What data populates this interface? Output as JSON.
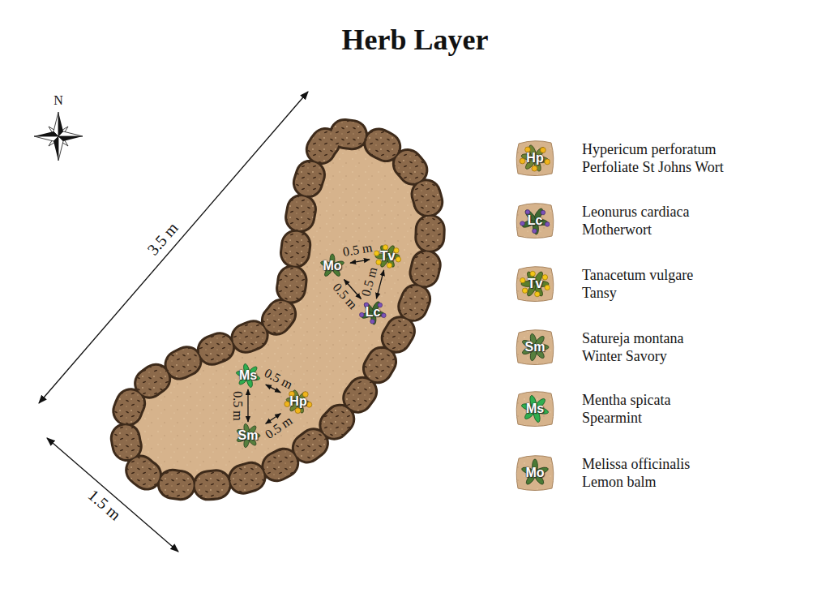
{
  "diagram": {
    "title": "Herb Layer",
    "nodes": [
      {
        "text": [
          "Mo"
        ]
      },
      {
        "text": [
          "Tv"
        ]
      },
      {
        "text": [
          "Lc"
        ]
      },
      {
        "text": [
          "Ms"
        ]
      },
      {
        "text": [
          "Hp"
        ]
      },
      {
        "text": [
          "Sm"
        ]
      }
    ],
    "edges": [
      {
        "from": 0,
        "to": 1,
        "label": "0.5 m",
        "arrow": "both"
      },
      {
        "from": 1,
        "to": 2,
        "label": "0.5 m",
        "arrow": "both"
      },
      {
        "from": 0,
        "to": 2,
        "label": "0.5 m",
        "arrow": "both"
      },
      {
        "from": 3,
        "to": 4,
        "label": "0.5 m",
        "arrow": "both"
      },
      {
        "from": 4,
        "to": 5,
        "label": "0.5 m",
        "arrow": "both"
      },
      {
        "from": 3,
        "to": 5,
        "label": "0.5 m",
        "arrow": "both"
      }
    ],
    "labels": [
      "N",
      "3.5 m",
      "1.5 m",
      "Hp",
      "Lc",
      "Tv",
      "Sm",
      "Ms",
      "Mo"
    ],
    "legend": [
      {
        "text": "Hypericum perforatum Perfoliate St Johns Wort"
      },
      {
        "text": "Leonurus cardiaca Motherwort"
      },
      {
        "text": "Tanacetum vulgare Tansy"
      },
      {
        "text": "Satureja montana Winter Savory"
      },
      {
        "text": "Mentha spicata Spearmint"
      },
      {
        "text": "Melissa officinalis Lemon balm"
      }
    ]
  }
}
